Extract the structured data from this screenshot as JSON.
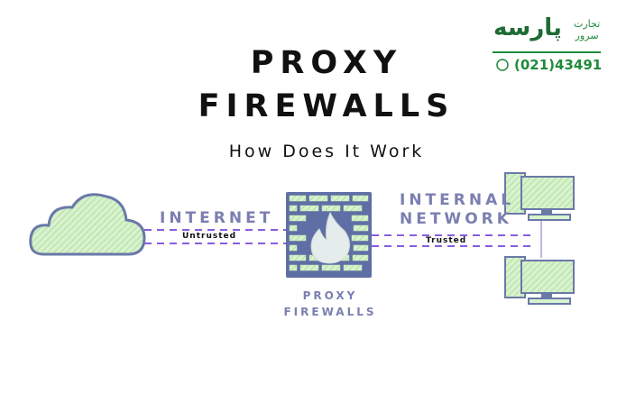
{
  "header": {
    "title_line1": "PROXY",
    "title_line2": "FIREWALLS",
    "subtitle": "How Does It Work"
  },
  "logo": {
    "brand": "پارسه",
    "tagline_line1": "تجارت",
    "tagline_line2": "سرور",
    "phone": "(021)43491",
    "phone_icon": "phone-icon"
  },
  "diagram": {
    "internet_label": "INTERNET",
    "untrusted_label": "Untrusted",
    "internal_label_line1": "INTERNAL",
    "internal_label_line2": "NETWORK",
    "trusted_label": "Trusted",
    "firewall_label_line1": "PROXY",
    "firewall_label_line2": "FIREWALLS"
  },
  "colors": {
    "accent": "#7b7fb0",
    "green": "#1f8a3a",
    "dash": "#8a5ce0",
    "fill": "#cfeec2"
  }
}
